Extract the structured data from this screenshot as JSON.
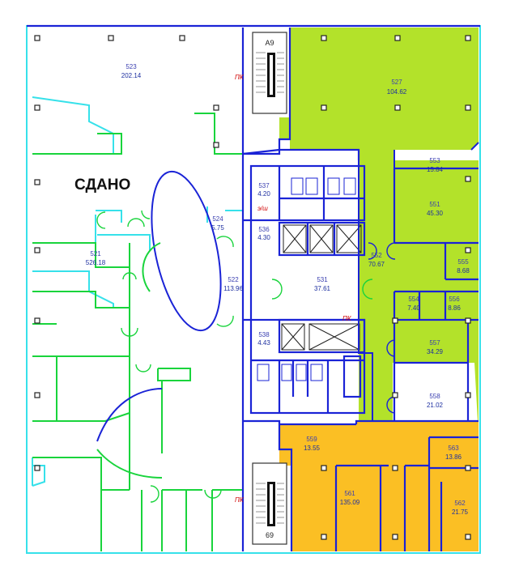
{
  "floor_plan": {
    "sold_label": "СДАНО",
    "stairs": [
      {
        "id": "stair-north",
        "label": "А9"
      },
      {
        "id": "stair-south",
        "label": "69"
      }
    ],
    "fire_marks": [
      "ПК",
      "ПК",
      "ПК"
    ],
    "wc_label": "э/ш",
    "rooms": [
      {
        "id": "r-west-top",
        "number": "523",
        "area": "202.14"
      },
      {
        "id": "r-west-mid",
        "number": "521",
        "area": "526.18"
      },
      {
        "id": "r-small-a",
        "number": "524",
        "area": "5.75"
      },
      {
        "id": "r-corridor",
        "number": "522",
        "area": "113.96"
      },
      {
        "id": "r-lobby",
        "number": "531",
        "area": "37.61"
      },
      {
        "id": "r-wc-top",
        "number": "537",
        "area": "4.20"
      },
      {
        "id": "r-wc-top-b",
        "number": "536",
        "area": "4.30"
      },
      {
        "id": "r-wc-bot",
        "number": "538",
        "area": "4.43"
      },
      {
        "id": "r-green-top",
        "number": "527",
        "area": "104.62"
      },
      {
        "id": "r-green-a",
        "number": "553",
        "area": "15.84"
      },
      {
        "id": "r-green-b",
        "number": "551",
        "area": "45.30"
      },
      {
        "id": "r-green-c",
        "number": "552",
        "area": "70.67"
      },
      {
        "id": "r-green-d",
        "number": "555",
        "area": "8.68"
      },
      {
        "id": "r-green-e",
        "number": "554",
        "area": "7.40"
      },
      {
        "id": "r-green-f",
        "number": "556",
        "area": "8.86"
      },
      {
        "id": "r-green-g",
        "number": "557",
        "area": "34.29"
      },
      {
        "id": "r-green-h",
        "number": "558",
        "area": "21.02"
      },
      {
        "id": "r-orange-a",
        "number": "559",
        "area": "13.55"
      },
      {
        "id": "r-orange-b",
        "number": "561",
        "area": "135.09"
      },
      {
        "id": "r-orange-c",
        "number": "563",
        "area": "13.86"
      },
      {
        "id": "r-orange-d",
        "number": "562",
        "area": "21.75"
      }
    ],
    "colors": {
      "green_zone": "#b3e22a",
      "orange_zone": "#fbbf24",
      "wall_blue": "#1a23d6",
      "wall_cyan": "#36e1ea",
      "wall_green": "#19d43c"
    }
  }
}
